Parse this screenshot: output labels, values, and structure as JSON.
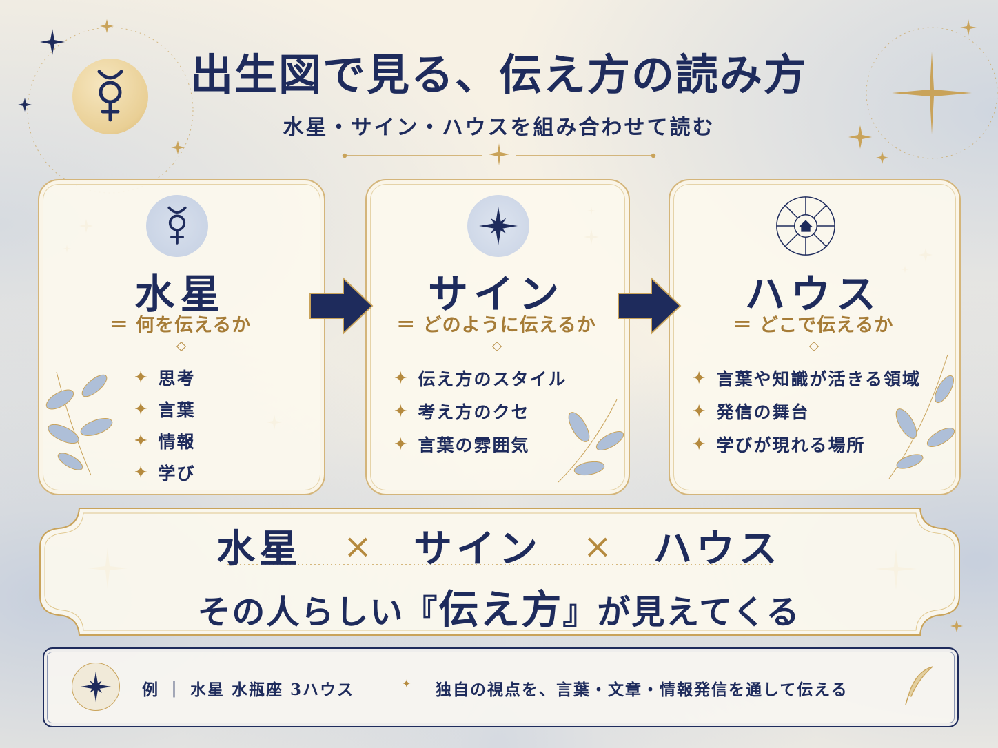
{
  "title": "出生図で見る、伝え方の読み方",
  "subtitle": "水星・サイン・ハウスを組み合わせて読む",
  "cards": [
    {
      "title": "水星",
      "subtitle": "＝ 何を伝えるか",
      "icon": "mercury-icon",
      "items": [
        "思考",
        "言葉",
        "情報",
        "学び"
      ]
    },
    {
      "title": "サイン",
      "subtitle": "＝ どのように伝えるか",
      "icon": "star-icon",
      "items": [
        "伝え方のスタイル",
        "考え方のクセ",
        "言葉の雰囲気"
      ]
    },
    {
      "title": "ハウス",
      "subtitle": "＝ どこで伝えるか",
      "icon": "house-wheel-icon",
      "items": [
        "言葉や知識が活きる領域",
        "発信の舞台",
        "学びが現れる場所"
      ]
    }
  ],
  "banner": {
    "term1": "水星",
    "times1": "×",
    "term2": "サイン",
    "times2": "×",
    "term3": "ハウス",
    "line_pre": "その人らしい『",
    "line_emph": "伝え方",
    "line_post": "』が見えてくる"
  },
  "example": {
    "label": "例 ｜ 水星 水瓶座 3ハウス",
    "text": "独自の視点を、言葉・文章・情報発信を通して伝える"
  },
  "colors": {
    "navy": "#1e2b5c",
    "gold": "#b58a3e",
    "paper": "#f7f1e4",
    "wash": "#afc0dc"
  }
}
